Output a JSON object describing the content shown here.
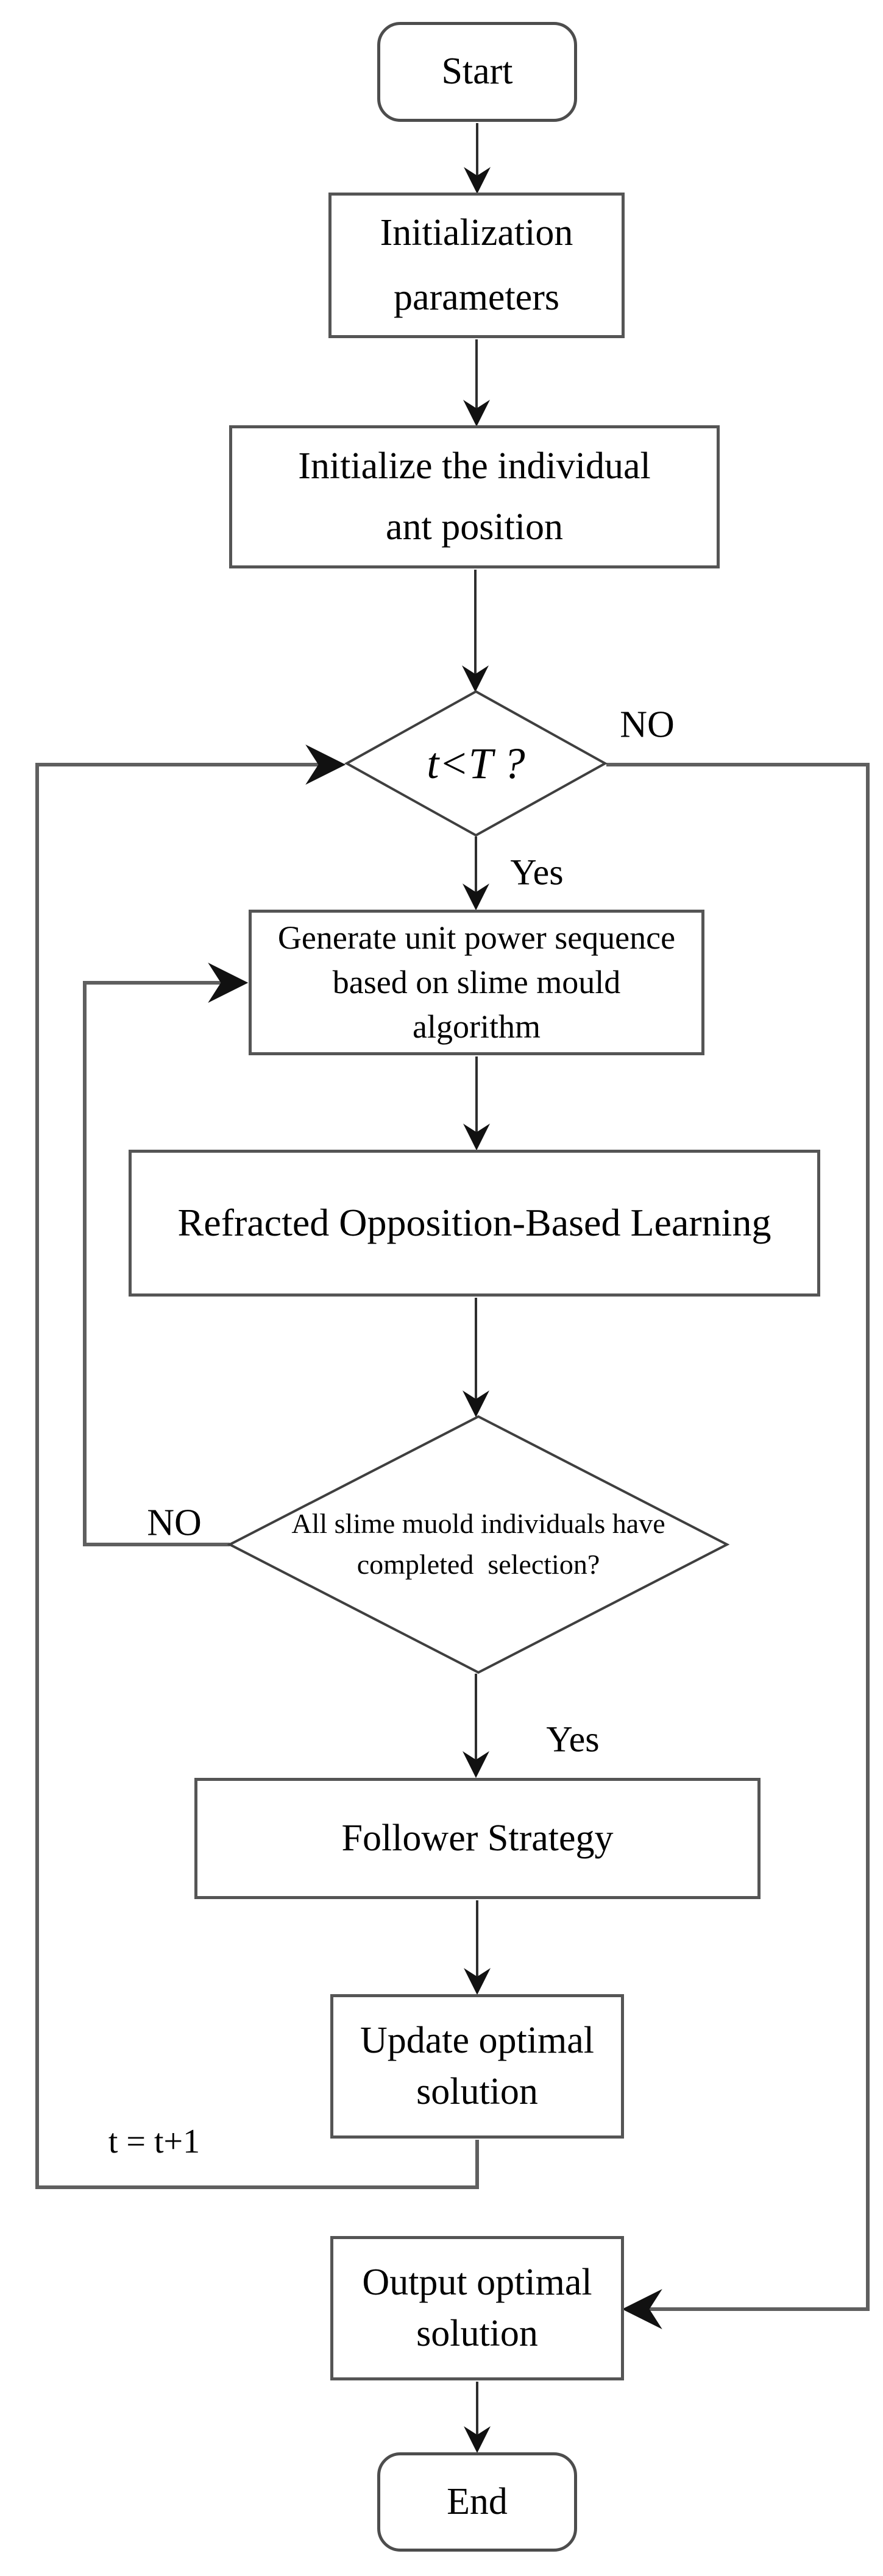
{
  "colors": {
    "background": "#ffffff",
    "box_border": "#555555",
    "terminator_border": "#4d4d4d",
    "arrow_line": "#2e2e2e",
    "connector_line": "#5f5f5f",
    "diamond_stroke": "#3f3f3f",
    "text": "#000000"
  },
  "flowchart": {
    "nodes": {
      "start": {
        "type": "terminator",
        "label": "Start"
      },
      "init_params": {
        "type": "process",
        "label": "Initialization\nparameters"
      },
      "init_ant": {
        "type": "process",
        "label": "Initialize the individual\nant position"
      },
      "decision_t": {
        "type": "decision",
        "label": "t<T ?"
      },
      "gen_seq": {
        "type": "process",
        "label": "Generate unit power sequence\nbased on slime mould\nalgorithm"
      },
      "robl": {
        "type": "process",
        "label": "Refracted Opposition-Based Learning"
      },
      "decision_all": {
        "type": "decision",
        "label": "All slime muold individuals have\ncompleted  selection?"
      },
      "follower": {
        "type": "process",
        "label": "Follower Strategy"
      },
      "update": {
        "type": "process",
        "label": "Update optimal\nsolution"
      },
      "output": {
        "type": "process",
        "label": "Output optimal\nsolution"
      },
      "end": {
        "type": "terminator",
        "label": "End"
      }
    },
    "edge_labels": {
      "no_top": "NO",
      "yes_top": "Yes",
      "no_inner": "NO",
      "yes_inner": "Yes",
      "increment": "t = t+1"
    },
    "edges": [
      {
        "from": "start",
        "to": "init_params"
      },
      {
        "from": "init_params",
        "to": "init_ant"
      },
      {
        "from": "init_ant",
        "to": "decision_t"
      },
      {
        "from": "decision_t",
        "to": "gen_seq",
        "label": "Yes"
      },
      {
        "from": "decision_t",
        "to": "output",
        "label": "NO"
      },
      {
        "from": "gen_seq",
        "to": "robl"
      },
      {
        "from": "robl",
        "to": "decision_all"
      },
      {
        "from": "decision_all",
        "to": "gen_seq",
        "label": "NO"
      },
      {
        "from": "decision_all",
        "to": "follower",
        "label": "Yes"
      },
      {
        "from": "follower",
        "to": "update"
      },
      {
        "from": "update",
        "to": "decision_t",
        "label": "t = t+1"
      },
      {
        "from": "output",
        "to": "end"
      }
    ]
  }
}
